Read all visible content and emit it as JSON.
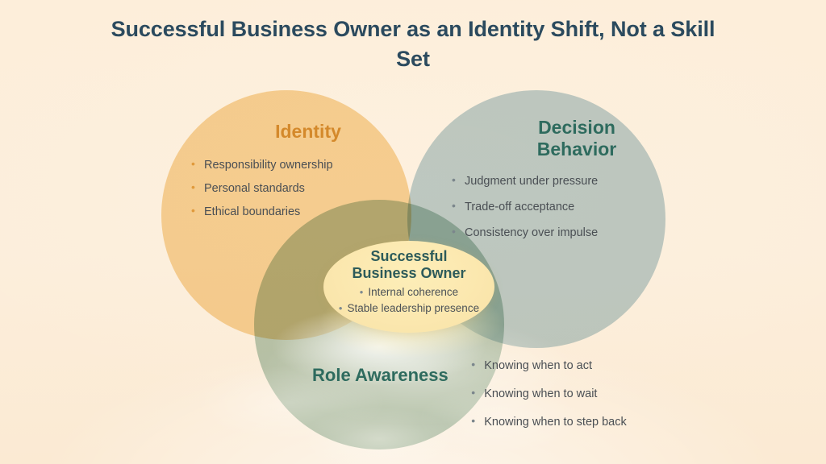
{
  "page": {
    "title": "Successful Business Owner as an Identity Shift, Not a Skill Set",
    "background_color": "#fceeda",
    "title_color": "#2b4a5e"
  },
  "diagram": {
    "type": "venn",
    "circles": [
      {
        "key": "identity",
        "heading": "Identity",
        "color": "#f7d9a4",
        "heading_color": "#d4892b",
        "bullet_color": "#e09a3c",
        "items": [
          "Responsibility ownership",
          "Personal standards",
          "Ethical boundaries"
        ]
      },
      {
        "key": "decision",
        "heading_line1": "Decision",
        "heading_line2": "Behavior",
        "color": "#bfd4dc",
        "heading_color": "#2e6b5e",
        "bullet_color": "#7b868c",
        "items": [
          "Judgment under pressure",
          "Trade-off acceptance",
          "Consistency over impulse"
        ]
      },
      {
        "key": "role",
        "heading": "Role Awareness",
        "color": "#b9cfc2",
        "heading_color": "#2e6b5e",
        "bullet_color": "#7b868c",
        "items": [
          "Knowing when to act",
          "Knowing when to wait",
          "Knowing when to step back"
        ]
      }
    ],
    "center": {
      "heading_line1": "Successful",
      "heading_line2": "Business Owner",
      "color": "#fbe7ae",
      "heading_color": "#2d5b5a",
      "items": [
        "Internal coherence",
        "Stable leadership presence"
      ]
    }
  }
}
